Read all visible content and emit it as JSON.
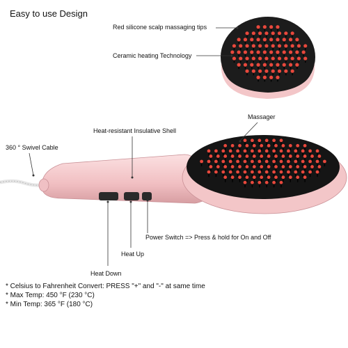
{
  "title": "Easy to use Design",
  "labels": {
    "red_tips": "Red silicone scalp massaging tips",
    "ceramic": "Ceramic heating Technology",
    "massager": "Massager",
    "shell": "Heat-resistant Insulative Shell",
    "swivel": "360 °  Swivel Cable",
    "power": "Power Switch => Press & hold for On and Off",
    "heat_up": "Heat Up",
    "heat_down": "Heat Down"
  },
  "notes": [
    "* Celsius to Fahrenheit Convert: PRESS  \"+\" and \"-\" at  same time",
    "* Max Temp: 450 °F  (230 °C)",
    "* Min Temp: 365 °F  (180 °C)"
  ],
  "colors": {
    "brush_pink": "#f3c6c8",
    "bristle_black": "#1a1a1a",
    "tip_red": "#e8483c"
  }
}
